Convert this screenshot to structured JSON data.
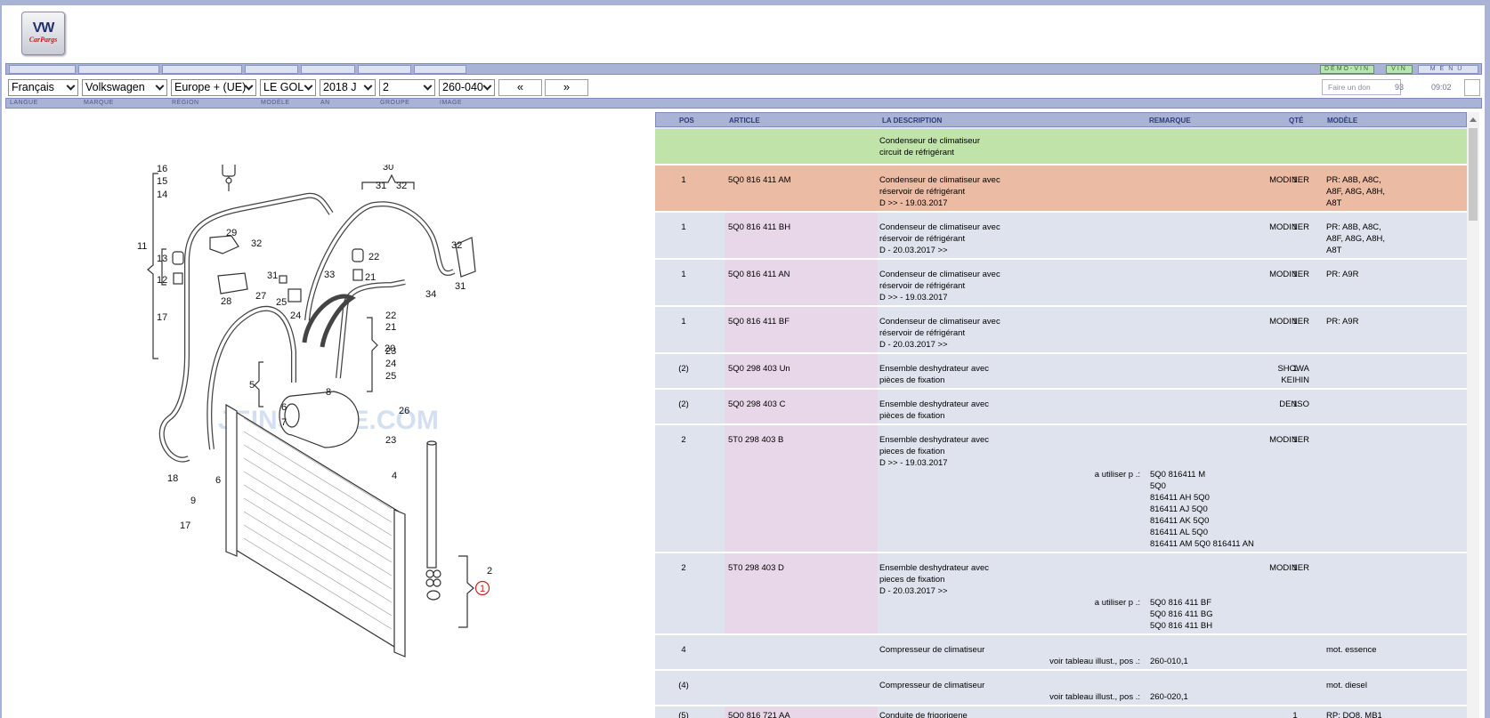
{
  "logo": {
    "brand": "VW",
    "subtitle": "CarPargs"
  },
  "topbar": {
    "demo_vin": "DÉMO-VIN",
    "vin": "VIN",
    "menu": "MENU"
  },
  "filters": {
    "langue": "Français",
    "marque": "Volkswagen",
    "region": "Europe + (UE)",
    "modele": "LE GOL",
    "an": "2018 J",
    "groupe": "2",
    "image": "260-040",
    "prev": "«",
    "next": "»"
  },
  "utility": {
    "don_placeholder": "Faire un don",
    "count": "93",
    "time": "09:02"
  },
  "labels": {
    "langue": "LANGUE",
    "marque": "MARQUE",
    "region": "RÉGION",
    "modele": "MODÈLE",
    "an": "AN",
    "groupe": "GROUPE",
    "image": "IMAGE"
  },
  "diagram": {
    "callouts": [
      "16",
      "15",
      "14",
      "11",
      "13",
      "12",
      "17",
      "29",
      "32",
      "31",
      "27",
      "28",
      "33",
      "25",
      "24",
      "22",
      "21",
      "30",
      "31",
      "32",
      "32",
      "34",
      "31",
      "22",
      "21",
      "20",
      "23",
      "24",
      "25",
      "26",
      "23",
      "5",
      "6",
      "7",
      "8",
      "4",
      "18",
      "9",
      "6",
      "17",
      "2",
      "1"
    ],
    "watermark": "JEINSTONE.COM"
  },
  "table": {
    "headers": {
      "pos": "POS",
      "article": "ARTICLE",
      "description": "LA DESCRIPTION",
      "remarque": "REMARQUE",
      "qte": "QTÉ",
      "modele": "MODÈLE"
    },
    "group_title": [
      "Condenseur de climatiseur",
      "circuit de réfrigérant"
    ],
    "rows": [
      {
        "pos": "1",
        "article": "5Q0 816 411 AM",
        "desc": [
          "Condenseur de climatiseur avec",
          "réservoir de réfrigérant",
          "D >> - 19.03.2017"
        ],
        "remarque": [
          "MODINER"
        ],
        "qty": "1",
        "modele": [
          "PR: A8B, A8C,",
          "A8F, A8G, A8H,",
          "A8T"
        ]
      },
      {
        "pos": "1",
        "article": "5Q0 816 411 BH",
        "desc": [
          "Condenseur de climatiseur avec",
          "réservoir de réfrigérant",
          "D - 20.03.2017 >>"
        ],
        "remarque": [
          "MODINER"
        ],
        "qty": "1",
        "modele": [
          "PR: A8B, A8C,",
          "A8F, A8G, A8H,",
          "A8T"
        ]
      },
      {
        "pos": "1",
        "article": "5Q0 816 411 AN",
        "desc": [
          "Condenseur de climatiseur avec",
          "réservoir de réfrigérant",
          "D >> - 19.03.2017"
        ],
        "remarque": [
          "MODINER"
        ],
        "qty": "1",
        "modele": [
          "PR: A9R"
        ]
      },
      {
        "pos": "1",
        "article": "5Q0 816 411 BF",
        "desc": [
          "Condenseur de climatiseur avec",
          "réservoir de réfrigérant",
          "D - 20.03.2017 >>"
        ],
        "remarque": [
          "MODINER"
        ],
        "qty": "1",
        "modele": [
          "PR: A9R"
        ]
      },
      {
        "pos": "(2)",
        "article": "5Q0 298 403 Un",
        "desc": [
          "Ensemble deshydrateur avec",
          "pièces de fixation"
        ],
        "remarque": [
          "SHOWA",
          "KEIHIN"
        ],
        "qty": "1",
        "modele": []
      },
      {
        "pos": "(2)",
        "article": "5Q0 298 403 C",
        "desc": [
          "Ensemble deshydrateur avec",
          "pièces de fixation"
        ],
        "remarque": [
          "DENSO"
        ],
        "qty": "1",
        "modele": []
      },
      {
        "pos": "2",
        "article": "5T0 298 403 B",
        "desc": [
          "Ensemble deshydrateur avec",
          "pieces de fixation",
          "D >> - 19.03.2017"
        ],
        "remarque": [
          "MODINER"
        ],
        "qty": "1",
        "modele": [],
        "utiliser_label": "a utiliser p .:",
        "utiliser": [
          "5Q0 816411 M",
          "5Q0",
          "816411 AH 5Q0",
          "816411 AJ 5Q0",
          "816411 AK 5Q0",
          "816411 AL 5Q0",
          "816411 AM 5Q0 816411 AN"
        ]
      },
      {
        "pos": "2",
        "article": "5T0 298 403 D",
        "desc": [
          "Ensemble deshydrateur avec",
          "pieces de fixation",
          "D - 20.03.2017 >>"
        ],
        "remarque": [
          "MODINER"
        ],
        "qty": "1",
        "modele": [],
        "utiliser_label": "a utiliser p .:",
        "utiliser": [
          "5Q0 816 411 BF",
          "5Q0 816 411 BG",
          "5Q0 816 411 BH"
        ]
      },
      {
        "pos": "4",
        "article": "",
        "desc": [
          "Compresseur de climatiseur"
        ],
        "remarque": [],
        "qty": "",
        "modele": [
          "mot. essence"
        ],
        "voir_label": "voir tableau illust., pos .:",
        "voir": "260-010,1"
      },
      {
        "pos": "(4)",
        "article": "",
        "desc": [
          "Compresseur de climatiseur"
        ],
        "remarque": [],
        "qty": "",
        "modele": [
          "mot. diesel"
        ],
        "voir_label": "voir tableau illust., pos .:",
        "voir": "260-020,1"
      },
      {
        "pos": "(5)",
        "article": "5Q0 816 721 AA",
        "desc": [
          "Conduite de frigorigene"
        ],
        "remarque": [],
        "qty": "1",
        "modele": [
          "RP: DQ8, MB1"
        ]
      }
    ]
  }
}
